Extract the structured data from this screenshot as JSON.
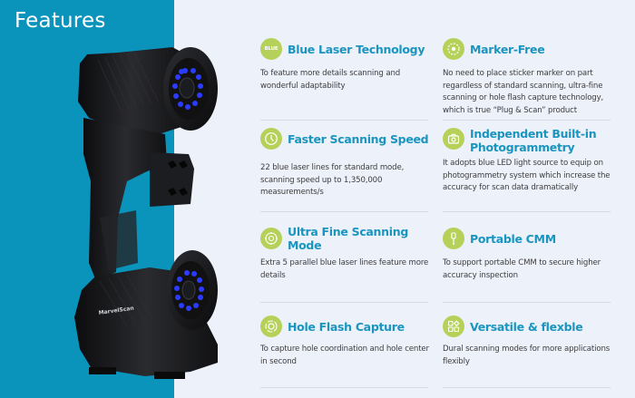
{
  "page": {
    "title": "Features",
    "colors": {
      "panel": "#0a93bb",
      "background": "#edf1fa",
      "accent_title": "#1a95c0",
      "icon_bg": "#b5d15a",
      "laser_blue": "#2438ff"
    }
  },
  "product": {
    "brand_label": "MarvelScan"
  },
  "features": [
    {
      "icon": "blue-laser-icon",
      "icon_text": "BLUE",
      "title": "Blue Laser Technology",
      "description": "To feature more details scanning and wonderful adaptability"
    },
    {
      "icon": "marker-free-icon",
      "title": "Marker-Free",
      "description": "No need to place sticker marker on part regardless of standard scanning, ultra-fine scanning or hole flash capture technology, which is true “Plug & Scan” product"
    },
    {
      "icon": "clock-icon",
      "title": "Faster Scanning Speed",
      "description": "22 blue laser lines for standard mode, scanning speed up to 1,350,000 measurements/s"
    },
    {
      "icon": "camera-icon",
      "title": "Independent Built-in Photogrammetry",
      "description": "It adopts blue LED light source to equip on photogrammetry system which increase the accuracy for scan data dramatically"
    },
    {
      "icon": "target-icon",
      "title": "Ultra Fine Scanning Mode",
      "description": "Extra 5 parallel blue laser lines feature more details"
    },
    {
      "icon": "probe-icon",
      "title": "Portable CMM",
      "description": "To support portable CMM to secure higher accuracy inspection"
    },
    {
      "icon": "hole-flash-icon",
      "title": "Hole Flash Capture",
      "description": "To capture hole coordination and hole center in second"
    },
    {
      "icon": "versatile-icon",
      "title": "Versatile & flexble",
      "description": "Dural scanning modes for more applications flexibly"
    }
  ]
}
